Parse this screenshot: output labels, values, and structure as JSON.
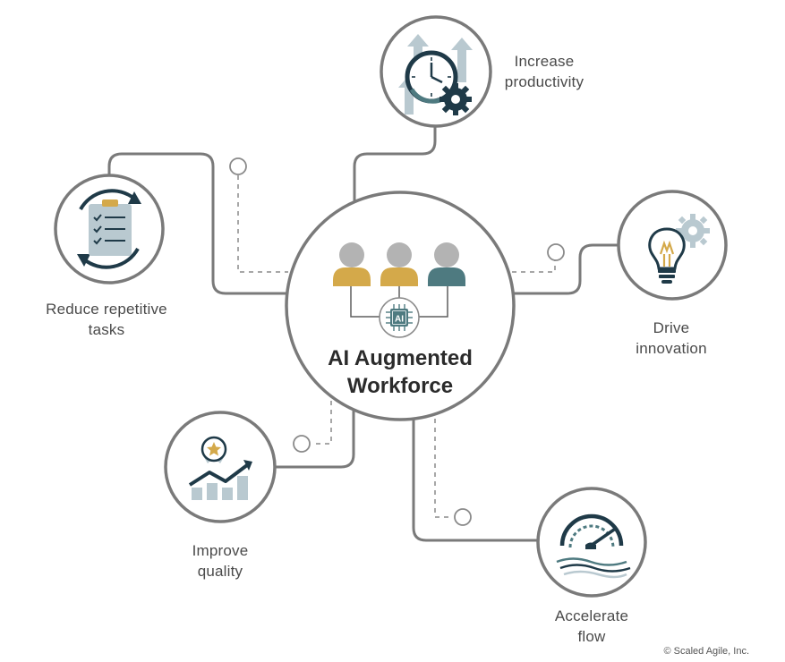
{
  "center": {
    "title_line1": "AI Augmented",
    "title_line2": "Workforce",
    "chip_label": "AI"
  },
  "nodes": [
    {
      "id": "increase-productivity",
      "line1": "Increase",
      "line2": "productivity",
      "icon": "clock-gear-arrows-icon"
    },
    {
      "id": "reduce-repetitive-tasks",
      "line1": "Reduce repetitive",
      "line2": "tasks",
      "icon": "clipboard-cycle-icon"
    },
    {
      "id": "drive-innovation",
      "line1": "Drive",
      "line2": "innovation",
      "icon": "lightbulb-gear-icon"
    },
    {
      "id": "improve-quality",
      "line1": "Improve",
      "line2": "quality",
      "icon": "growth-chart-award-icon"
    },
    {
      "id": "accelerate-flow",
      "line1": "Accelerate",
      "line2": "flow",
      "icon": "speedometer-icon"
    }
  ],
  "copyright": "© Scaled Agile, Inc.",
  "colors": {
    "line": "#7a7a7a",
    "ring": "#7a7a7a",
    "dark_teal": "#1f3a48",
    "gold": "#d4a94a",
    "light_blue_gray": "#b9c9d0",
    "slate_teal": "#4e7a80",
    "avatar_head": "#b3b3b3"
  }
}
